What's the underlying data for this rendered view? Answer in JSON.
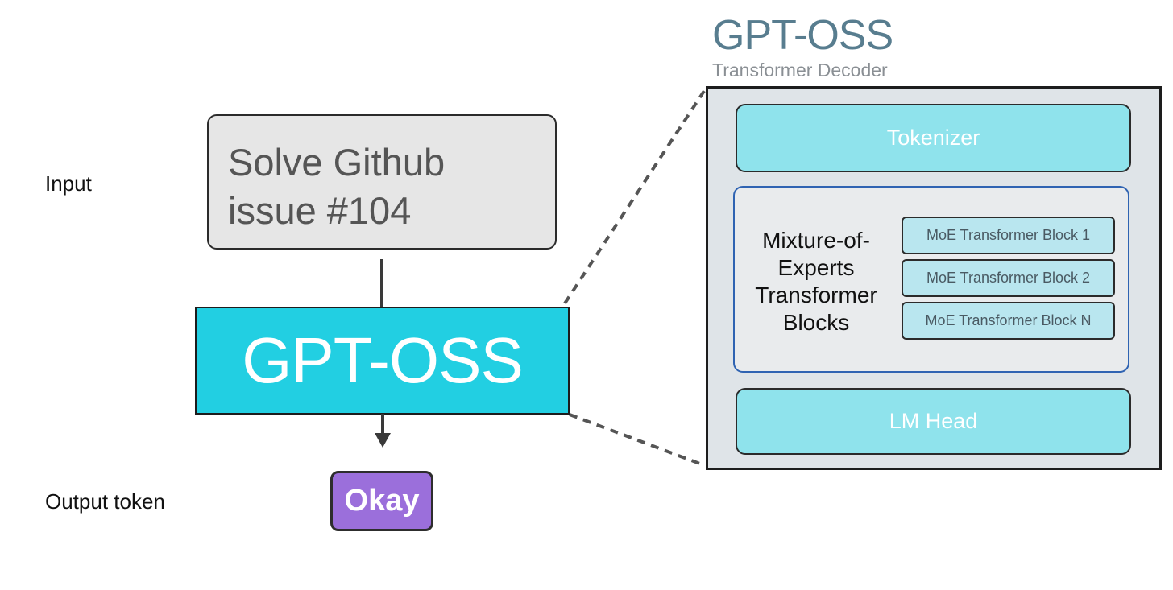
{
  "labels": {
    "input": "Input",
    "output": "Output token"
  },
  "input_box": {
    "line1": "Solve Github",
    "line2": "issue #104"
  },
  "model": {
    "name": "GPT-OSS"
  },
  "output_token": {
    "text": "Okay"
  },
  "panel": {
    "title": "GPT-OSS",
    "subtitle": "Transformer Decoder",
    "tokenizer": "Tokenizer",
    "moe_group_label": [
      "Mixture-of-",
      "Experts",
      "Transformer",
      "Blocks"
    ],
    "moe_blocks": [
      "MoE Transformer Block 1",
      "MoE Transformer Block 2",
      "MoE Transformer Block N"
    ],
    "lm_head": "LM Head"
  },
  "colors": {
    "model_fill": "#22cfe2",
    "panel_title": "#587d8f",
    "token_fill": "#9b6fdb",
    "cyan_bar": "#8fe3ec",
    "moe_block": "#b9e6ef",
    "moe_group_border": "#2f63b2"
  }
}
